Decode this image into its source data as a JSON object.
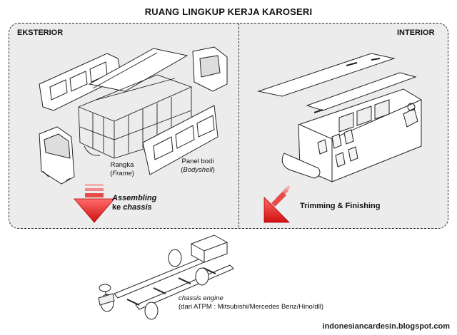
{
  "title": "RUANG LINGKUP KERJA KAROSERI",
  "exterior": {
    "heading": "EKSTERIOR",
    "frame_label": "Rangka",
    "frame_label_en": "Frame",
    "panel_label": "Panel bodi",
    "panel_label_en": "Bodyshell",
    "step_line1": "Assembling",
    "step_line2_prefix": "ke ",
    "step_line2_em": "chassis"
  },
  "interior": {
    "heading": "INTERIOR",
    "step": "Trimming & Finishing"
  },
  "chassis": {
    "name": "chassis engine",
    "note": "(dari ATPM : Mitsubishi/Mercedes Benz/Hino/dll)"
  },
  "footer": "indonesiancardesin.blogspot.com",
  "colors": {
    "arrow": "#e02020",
    "panel_bg": "#ececec",
    "border": "#2a2a2a"
  }
}
